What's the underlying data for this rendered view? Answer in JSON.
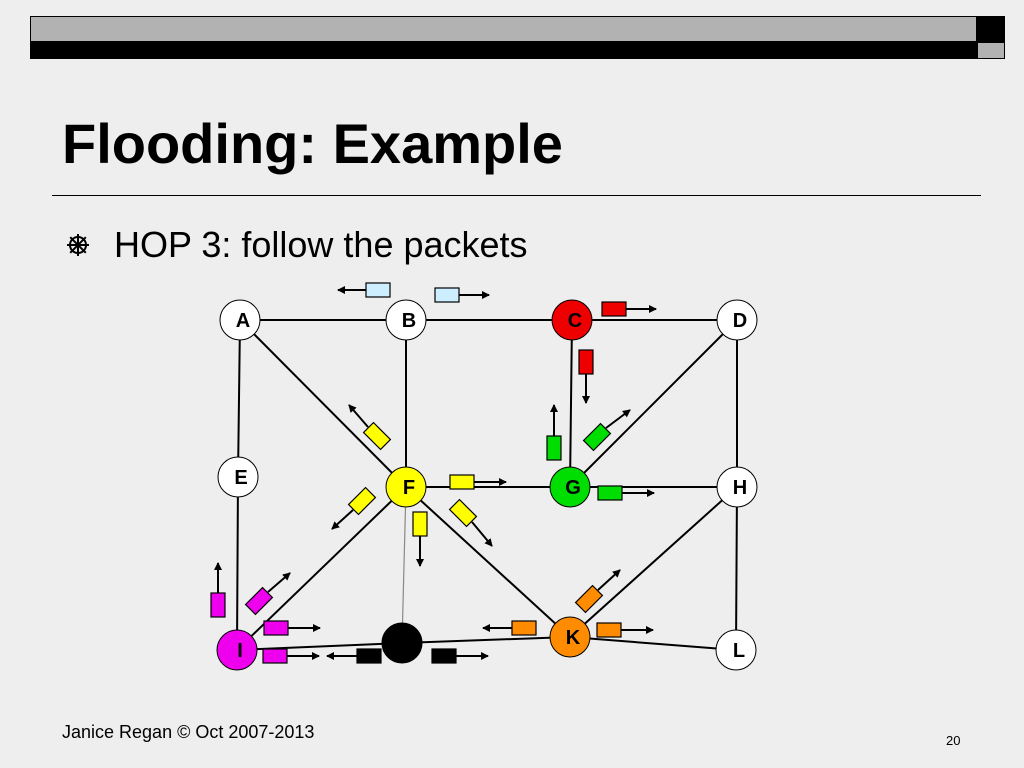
{
  "slide": {
    "title": "Flooding: Example",
    "bullet": "HOP 3: follow the packets",
    "bullet_icon": "dharma-wheel-bullet-icon",
    "footer_author": "Janice Regan © Oct 2007-2013",
    "page_number": "20"
  },
  "diagram": {
    "nodes": [
      {
        "id": "A",
        "label": "A",
        "color": "#ffffff"
      },
      {
        "id": "B",
        "label": "B",
        "color": "#ffffff"
      },
      {
        "id": "C",
        "label": "C",
        "color": "#ee0000"
      },
      {
        "id": "D",
        "label": "D",
        "color": "#ffffff"
      },
      {
        "id": "E",
        "label": "E",
        "color": "#ffffff"
      },
      {
        "id": "F",
        "label": "F",
        "color": "#ffff00"
      },
      {
        "id": "G",
        "label": "G",
        "color": "#00dd00"
      },
      {
        "id": "H",
        "label": "H",
        "color": "#ffffff"
      },
      {
        "id": "I",
        "label": "I",
        "color": "#ee00ee"
      },
      {
        "id": "J",
        "label": "",
        "color": "#000000"
      },
      {
        "id": "K",
        "label": "K",
        "color": "#ff8c00"
      },
      {
        "id": "L",
        "label": "L",
        "color": "#ffffff"
      }
    ],
    "edges": [
      [
        "A",
        "B"
      ],
      [
        "B",
        "C"
      ],
      [
        "C",
        "D"
      ],
      [
        "A",
        "E"
      ],
      [
        "E",
        "I"
      ],
      [
        "A",
        "F"
      ],
      [
        "B",
        "F"
      ],
      [
        "C",
        "G"
      ],
      [
        "D",
        "G"
      ],
      [
        "D",
        "H"
      ],
      [
        "F",
        "G"
      ],
      [
        "G",
        "H"
      ],
      [
        "F",
        "I"
      ],
      [
        "F",
        "J"
      ],
      [
        "F",
        "K"
      ],
      [
        "I",
        "J"
      ],
      [
        "J",
        "K"
      ],
      [
        "K",
        "L"
      ],
      [
        "H",
        "K"
      ],
      [
        "H",
        "L"
      ]
    ],
    "packet_colors": {
      "light-blue": "#cceeff",
      "red": "#ee0000",
      "green": "#00dd00",
      "yellow": "#ffff00",
      "magenta": "#ee00ee",
      "orange": "#ff8c00",
      "black": "#000000"
    }
  }
}
